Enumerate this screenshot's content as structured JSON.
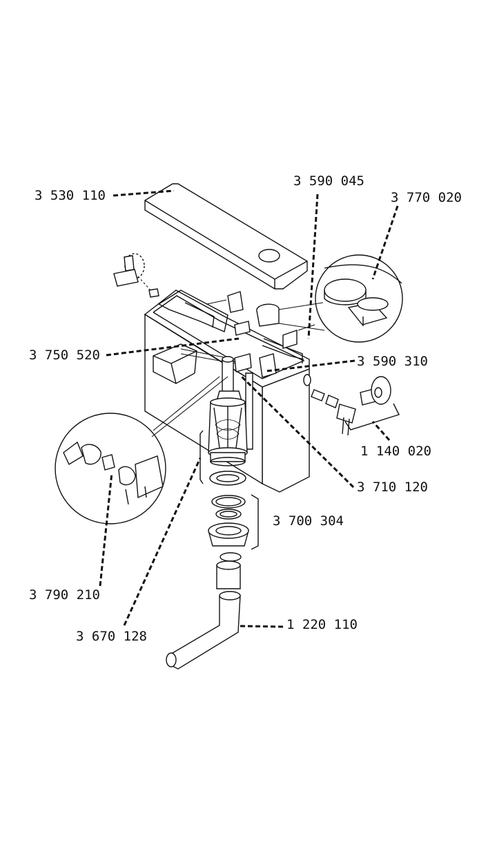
{
  "parts": [
    {
      "id": "lid",
      "label": "3 530 110"
    },
    {
      "id": "push-button-screw",
      "label": "3 590 045"
    },
    {
      "id": "push-button",
      "label": "3 770 020"
    },
    {
      "id": "float-valve",
      "label": "3 750 520"
    },
    {
      "id": "inlet-fitting",
      "label": "3 590 310"
    },
    {
      "id": "angle-valve",
      "label": "1 140 020"
    },
    {
      "id": "flush-valve-rod",
      "label": "3 710 120"
    },
    {
      "id": "seal-set",
      "label": "3 700 304"
    },
    {
      "id": "valve-nozzle",
      "label": "3 790 210"
    },
    {
      "id": "flush-valve",
      "label": "3 670 128"
    },
    {
      "id": "flush-pipe",
      "label": "1 220 110"
    }
  ]
}
